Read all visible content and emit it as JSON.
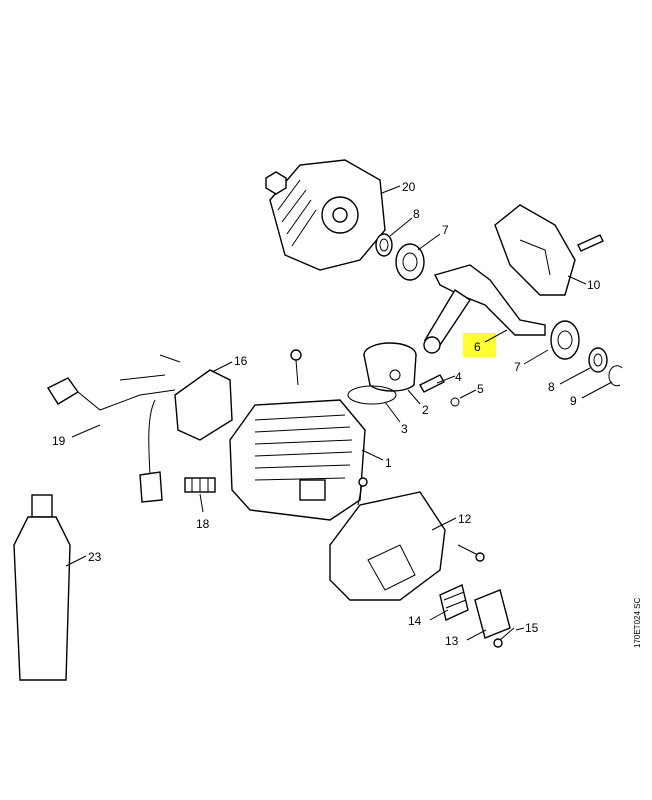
{
  "diagram": {
    "highlight_color": "#ffff33",
    "highlighted_part": "6",
    "drawing_code": "170ET024 SC",
    "callouts": [
      "20",
      "8",
      "7",
      "10",
      "6",
      "7",
      "8",
      "9",
      "16",
      "4",
      "5",
      "2",
      "3",
      "19",
      "1",
      "12",
      "18",
      "23",
      "14",
      "15",
      "13"
    ]
  }
}
